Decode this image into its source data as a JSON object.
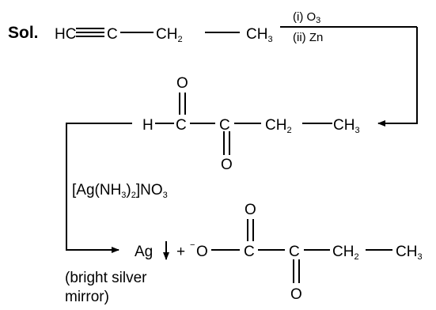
{
  "solution_label": "Sol.",
  "reactant": {
    "hc": "HC",
    "c": "C",
    "ch2": "CH",
    "ch2_sub": "2",
    "ch3": "CH",
    "ch3_sub": "3"
  },
  "reagents_1": {
    "step1": "(i) O",
    "step1_sub": "3",
    "step2": "(ii) Zn"
  },
  "intermediate": {
    "h": "H",
    "c1": "C",
    "c2": "C",
    "o_top": "O",
    "o_bottom": "O",
    "ch2": "CH",
    "ch2_sub": "2",
    "ch3": "CH",
    "ch3_sub": "3"
  },
  "reagent_2": {
    "open": "[Ag(NH",
    "nh3_sub": "3",
    "close": ")",
    "close_sub": "2",
    "tail": "]NO",
    "no3_sub": "3"
  },
  "product": {
    "ag": "Ag",
    "plus": "+",
    "charge": "−",
    "o": "O",
    "c1": "C",
    "c2": "C",
    "o_top": "O",
    "o_bottom": "O",
    "ch2": "CH",
    "ch2_sub": "2",
    "ch3": "CH",
    "ch3_sub": "3"
  },
  "note": {
    "line1": "(bright silver",
    "line2": "mirror)"
  }
}
